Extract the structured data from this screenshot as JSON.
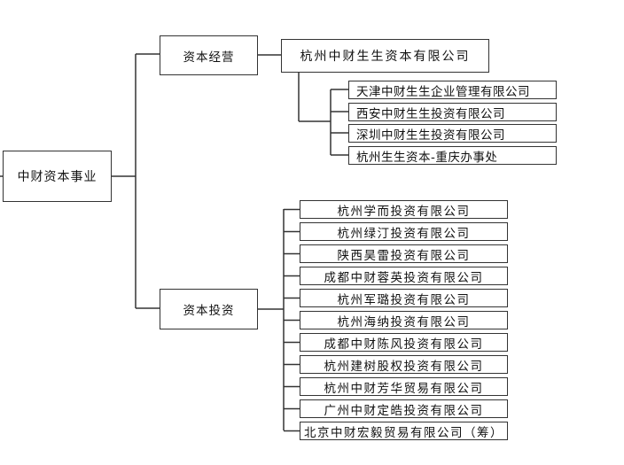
{
  "root": {
    "label": "中财资本事业"
  },
  "branches": {
    "operations": {
      "label": "资本经营",
      "company": {
        "label": "杭州中财生生资本有限公司"
      },
      "subsidiaries": [
        {
          "label": "天津中财生生企业管理有限公司"
        },
        {
          "label": "西安中财生生投资有限公司"
        },
        {
          "label": "深圳中财生生投资有限公司"
        },
        {
          "label": "杭州生生资本-重庆办事处"
        }
      ]
    },
    "investment": {
      "label": "资本投资",
      "companies": [
        {
          "label": "杭州学而投资有限公司"
        },
        {
          "label": "杭州绿汀投资有限公司"
        },
        {
          "label": "陕西昊雷投资有限公司"
        },
        {
          "label": "成都中财蓉英投资有限公司"
        },
        {
          "label": "杭州军璐投资有限公司"
        },
        {
          "label": "杭州海纳投资有限公司"
        },
        {
          "label": "成都中财陈风投资有限公司"
        },
        {
          "label": "杭州建树股权投资有限公司"
        },
        {
          "label": "杭州中财芳华贸易有限公司"
        },
        {
          "label": "广州中财定皓投资有限公司"
        },
        {
          "label": "北京中财宏毅贸易有限公司（筹）"
        }
      ]
    }
  }
}
